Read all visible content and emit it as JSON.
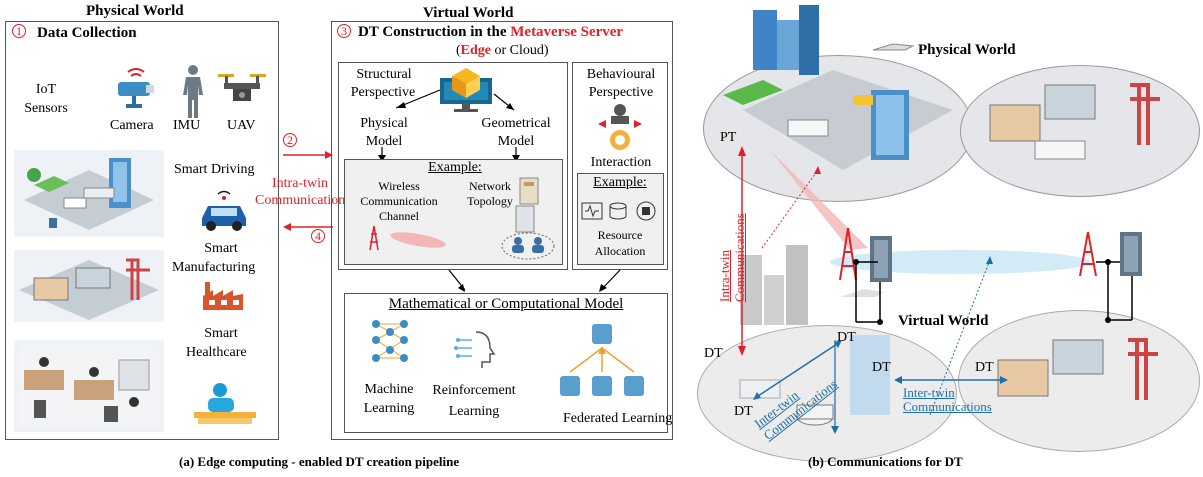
{
  "left": {
    "physical_world_title": "Physical World",
    "step1_num": "1",
    "data_collection": "Data Collection",
    "iot": "IoT",
    "sensors": "Sensors",
    "camera": "Camera",
    "imu": "IMU",
    "uav": "UAV",
    "smart_driving": "Smart Driving",
    "smart": "Smart",
    "manufacturing": "Manufacturing",
    "smart2": "Smart",
    "healthcare": "Healthcare",
    "step2_num": "2",
    "step4_num": "4",
    "intra_twin": "Intra-twin",
    "communications": "Communications"
  },
  "virtual": {
    "title": "Virtual World",
    "step3_num": "3",
    "dt_construction": "DT Construction in the ",
    "metaverse_server": "Metaverse Server",
    "edge": "Edge",
    "or_cloud": " or Cloud)",
    "open_paren": "(",
    "structural": "Structural",
    "perspective": "Perspective",
    "physical": "Physical",
    "model1": "Model",
    "geometrical": "Geometrical",
    "model2": "Model",
    "example": "Example:",
    "wireless": "Wireless",
    "communication": "Communication",
    "channel": "Channel",
    "network": "Network",
    "topology": "Topology",
    "behavioural": "Behavioural",
    "perspective2": "Perspective",
    "interaction": "Interaction",
    "example2": "Example:",
    "resource": "Resource",
    "allocation": "Allocation",
    "math_model": "Mathematical or Computational Model",
    "machine": "Machine",
    "learning1": "Learning",
    "reinforcement": "Reinforcement",
    "learning2": "Learning",
    "federated": "Federated Learning"
  },
  "right": {
    "physical_world": "Physical World",
    "virtual_world": "Virtual World",
    "pt": "PT",
    "dt1": "DT",
    "dt2": "DT",
    "dt3": "DT",
    "dt4": "DT",
    "dt5": "DT",
    "intra_twin": "Intra-twin",
    "communications": "Communications",
    "inter_twin1": "Inter-twin",
    "communications1": "Communications",
    "inter_twin2": "Inter-twin",
    "communications2": "Communications"
  },
  "captions": {
    "a": "(a) Edge computing - enabled DT creation pipeline",
    "b": "(b) Communications for DT"
  },
  "colors": {
    "red": "#e0202a",
    "blue": "#1e6fa8",
    "border": "#555555"
  }
}
